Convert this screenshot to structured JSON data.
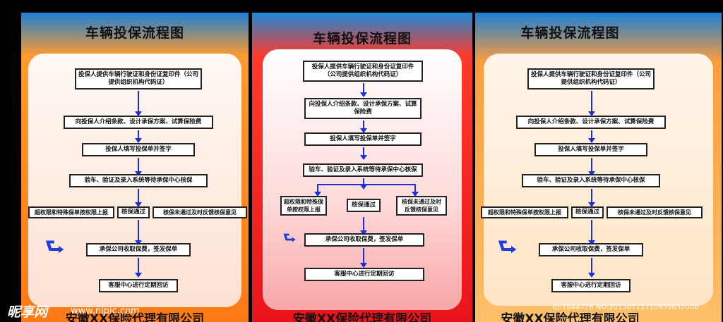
{
  "posters": [
    {
      "title": "车辆投保流程图",
      "footer": "安徽XX保险代理有限公司"
    },
    {
      "title": "车辆投保流程图",
      "footer": "安徽XX保险代理有限公司"
    },
    {
      "title": "车辆投保流程图",
      "footer": "安徽XX保险代理有限公司"
    }
  ],
  "steps": {
    "s1": "投保人提供车辆行驶证和身份证复印件（公司提供组织机构代码证）",
    "s2": "向投保人介绍条款、设计承保方案、试算保险费",
    "s3": "投保人填写投保单并签字",
    "s4": "验车、验证及录入系统等待承保中心核保",
    "b1": "超权限和特殊保单按权限上报",
    "b2": "核保通过",
    "b3": "核保未通过及时反馈核保意见",
    "s5": "承保公司收取保费，签发保单",
    "s6": "客服中心进行定期回访"
  },
  "watermark": {
    "logo": "昵享网",
    "url": "www.nipic.com",
    "id": "ID:1644778 NO:20130711110939832000"
  }
}
